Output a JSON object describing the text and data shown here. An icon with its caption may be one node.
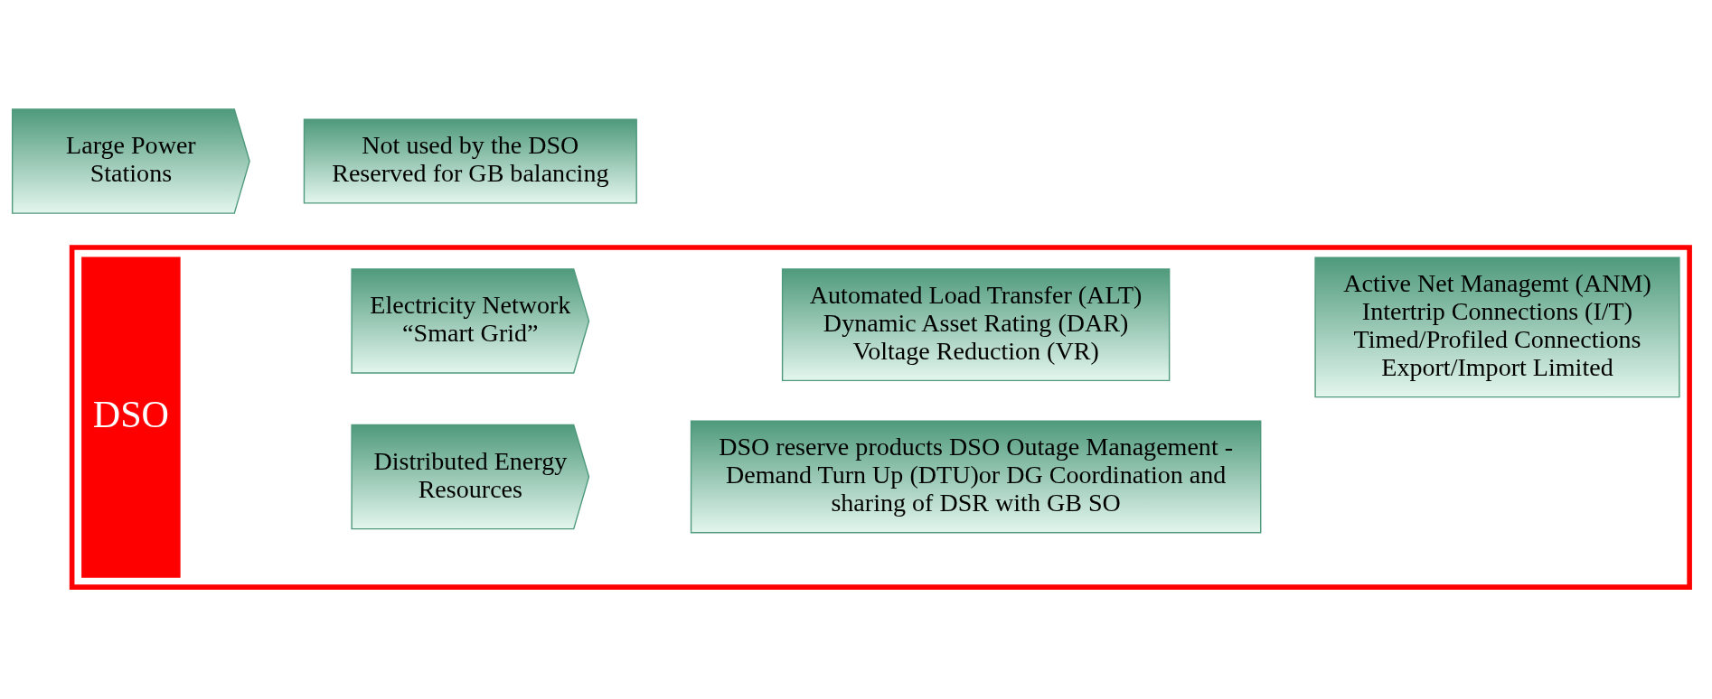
{
  "diagram": {
    "nodes": [
      {
        "text": [
          "Large Power Stations"
        ]
      },
      {
        "text": [
          "Not used by the DSO Reserved for GB balancing"
        ]
      },
      {
        "text": [],
        "shape": "box"
      },
      {
        "text": [
          "DSO"
        ],
        "in": 2
      },
      {
        "text": [
          "Electricity Network “Smart Grid”"
        ],
        "in": 2
      },
      {
        "text": [
          "Automated Load Transfer (ALT) Dynamic Asset Rating (DAR) Voltage Reduction (VR)"
        ],
        "in": 2
      },
      {
        "text": [
          "Active Net Managemt (ANM) Intertrip Connections (I/T) Timed/Profiled Connections Export/Import Limited"
        ],
        "in": 2
      },
      {
        "text": [
          "Distributed Energy Resources"
        ],
        "in": 2
      },
      {
        "text": [
          "DSO reserve products DSO Outage Management - Demand Turn Up (DTU)or DG Coordination and sharing of DSR with GB SO"
        ],
        "in": 2
      }
    ]
  }
}
